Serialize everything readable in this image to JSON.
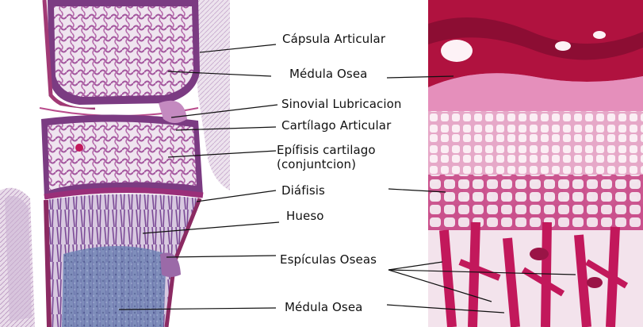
{
  "labels": {
    "capsula": "Cápsula Articular",
    "medula_top": "Médula Osea",
    "sinovial": "Sinovial Lubricacion",
    "cartilago": "Cartílago Articular",
    "epifisis": "Epífisis cartilago (conjuntcion)",
    "diafisis": "Diáfisis",
    "hueso": "Hueso",
    "espiculas": "Espículas Oseas",
    "medula_bottom": "Médula Osea"
  },
  "colors": {
    "stain_pink": "#c94f8b",
    "stain_purple": "#7a3d8f",
    "stain_red": "#b0123f",
    "marrow_blue": "#5f74a8",
    "leader_line": "#111111"
  }
}
